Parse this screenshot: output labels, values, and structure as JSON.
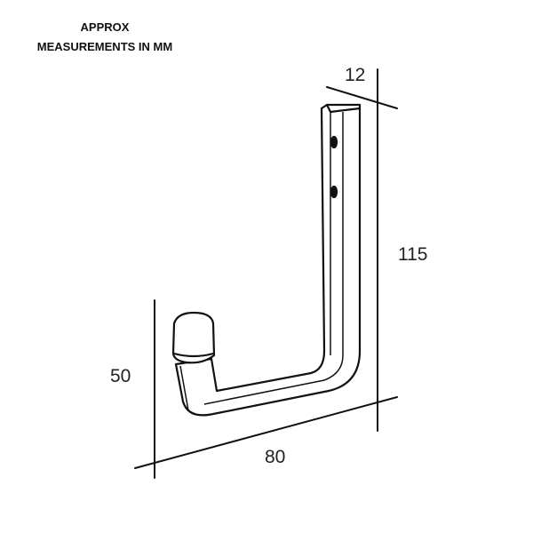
{
  "title": {
    "line1": "APPROX",
    "line2": "MEASUREMENTS IN MM"
  },
  "dimensions": {
    "width_top": "12",
    "height_long": "115",
    "height_short": "50",
    "length": "80"
  }
}
